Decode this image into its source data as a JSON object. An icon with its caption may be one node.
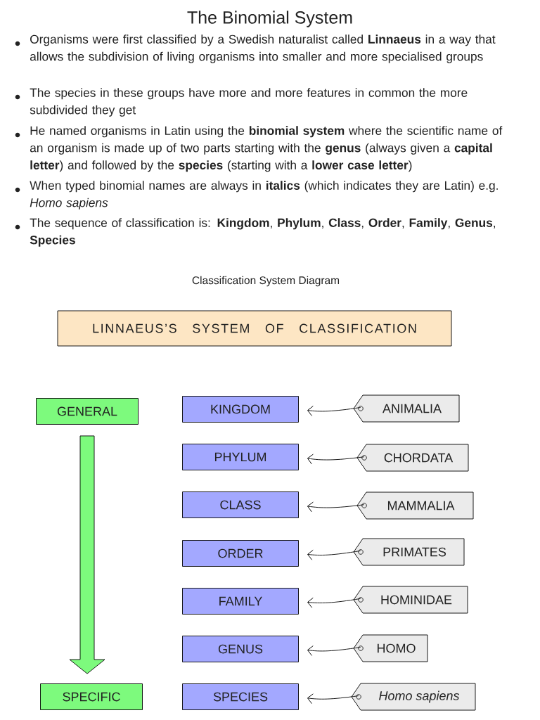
{
  "diagram": {
    "title": "The Binomial System",
    "nodes": [
      {
        "text": [
          "LINNAEUS’S SYSTEM OF CLASSIFICATION"
        ]
      },
      {
        "text": [
          "GENERAL"
        ]
      },
      {
        "text": [
          "KINGDOM"
        ]
      },
      {
        "text": [
          "ANIMALIA"
        ]
      },
      {
        "text": [
          "PHYLUM"
        ]
      },
      {
        "text": [
          "CHORDATA"
        ]
      },
      {
        "text": [
          "CLASS"
        ]
      },
      {
        "text": [
          "MAMMALIA"
        ]
      },
      {
        "text": [
          "ORDER"
        ]
      },
      {
        "text": [
          "PRIMATES"
        ]
      },
      {
        "text": [
          "FAMILY"
        ]
      },
      {
        "text": [
          "HOMINIDAE"
        ]
      },
      {
        "text": [
          "GENUS"
        ]
      },
      {
        "text": [
          "HOMO"
        ]
      },
      {
        "text": [
          "SPECIFIC"
        ]
      },
      {
        "text": [
          "SPECIES"
        ]
      },
      {
        "text": [
          "Homo sapiens"
        ]
      }
    ],
    "edges": [
      {
        "from": 1,
        "to": 14,
        "arrow": "to",
        "style": "thick"
      },
      {
        "from": 3,
        "to": 2,
        "arrow": "to"
      },
      {
        "from": 5,
        "to": 4,
        "arrow": "to"
      },
      {
        "from": 7,
        "to": 6,
        "arrow": "to"
      },
      {
        "from": 9,
        "to": 8,
        "arrow": "to"
      },
      {
        "from": 11,
        "to": 10,
        "arrow": "to"
      },
      {
        "from": 13,
        "to": 12,
        "arrow": "to"
      },
      {
        "from": 16,
        "to": 15,
        "arrow": "to"
      }
    ],
    "labels": [
      "Organisms were first classified by a Swedish naturalist called **Linnaeus** in a way that allows the subdivision of living organisms into smaller and more specialised groups",
      "The species in these groups have more and more features in common the more subdivided they get",
      "He named organisms in Latin using the **binomial system** where the scientific name of an organism is made up of two parts starting with the **genus** (always given a **capital letter**) and followed by the **species** (starting with a **lower case letter**)",
      "When typed binomial names are always in **italics** (which indicates they are Latin) e.g. *Homo sapiens*",
      "The sequence of classification is: **Kingdom**, **Phylum**, **Class**, **Order**, **Family**, **Genus**, **Species**",
      "Classification System Diagram"
    ]
  }
}
